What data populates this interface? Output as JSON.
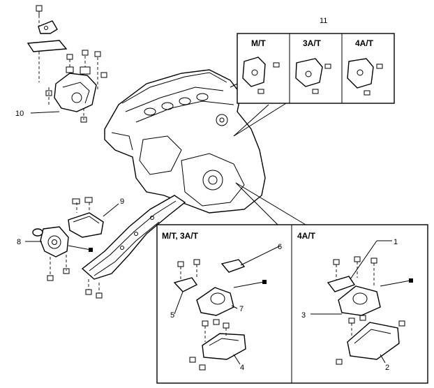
{
  "callouts": {
    "c1": "1",
    "c2": "2",
    "c3": "3",
    "c4": "4",
    "c5": "5",
    "c6": "6",
    "c7": "7",
    "c8": "8",
    "c9": "9",
    "c10": "10",
    "c11": "11"
  },
  "panels": {
    "top_variants": [
      "M/T",
      "3A/T",
      "4A/T"
    ],
    "left_lower": "M/T, 3A/T",
    "right_lower": "4A/T"
  }
}
